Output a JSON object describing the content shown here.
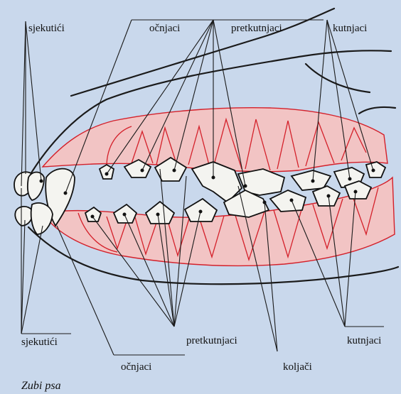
{
  "labels": {
    "incisors_top": "sjekutići",
    "canines_top": "očnjaci",
    "premolars_top": "pretkutnjaci",
    "molars_top": "kutnjaci",
    "incisors_bottom": "sjekutići",
    "canines_bottom": "očnjaci",
    "premolars_bottom": "pretkutnjaci",
    "carnassials_bottom": "koljači",
    "molars_bottom": "kutnjaci"
  },
  "caption": "Zubi psa",
  "colors": {
    "background": "#c9d8ec",
    "gum_outline": "#d4202a",
    "gum_fill": "#f2c4c4",
    "ink": "#111111"
  }
}
